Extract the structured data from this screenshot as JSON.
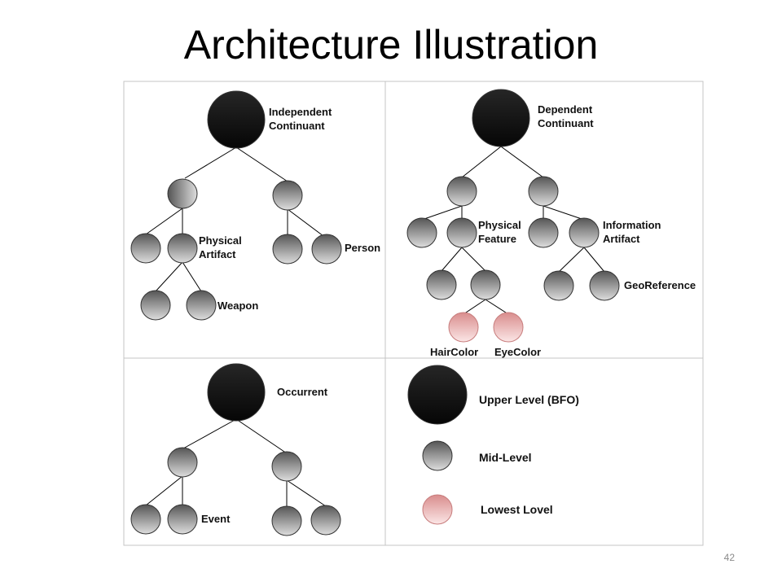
{
  "title": "Architecture Illustration",
  "page_number": "42",
  "colors": {
    "upper": "#0b0b0b",
    "mid_dark": "#555555",
    "mid_light": "#dcdcdc",
    "lowest_dark": "#d98d8d",
    "lowest_light": "#fbe6e6"
  },
  "quadrants": {
    "independent": {
      "root": "Independent\nContinuant",
      "physical_artifact": "Physical\nArtifact",
      "person": "Person",
      "weapon": "Weapon"
    },
    "dependent": {
      "root": "Dependent\nContinuant",
      "physical_feature": "Physical\nFeature",
      "information_artifact": "Information\nArtifact",
      "georeference": "GeoReference",
      "haircolor": "HairColor",
      "eyecolor": "EyeColor"
    },
    "occurrent": {
      "root": "Occurrent",
      "event": "Event"
    }
  },
  "legend": {
    "upper": "Upper Level (BFO)",
    "mid": "Mid-Level",
    "lowest": "Lowest Lovel"
  }
}
